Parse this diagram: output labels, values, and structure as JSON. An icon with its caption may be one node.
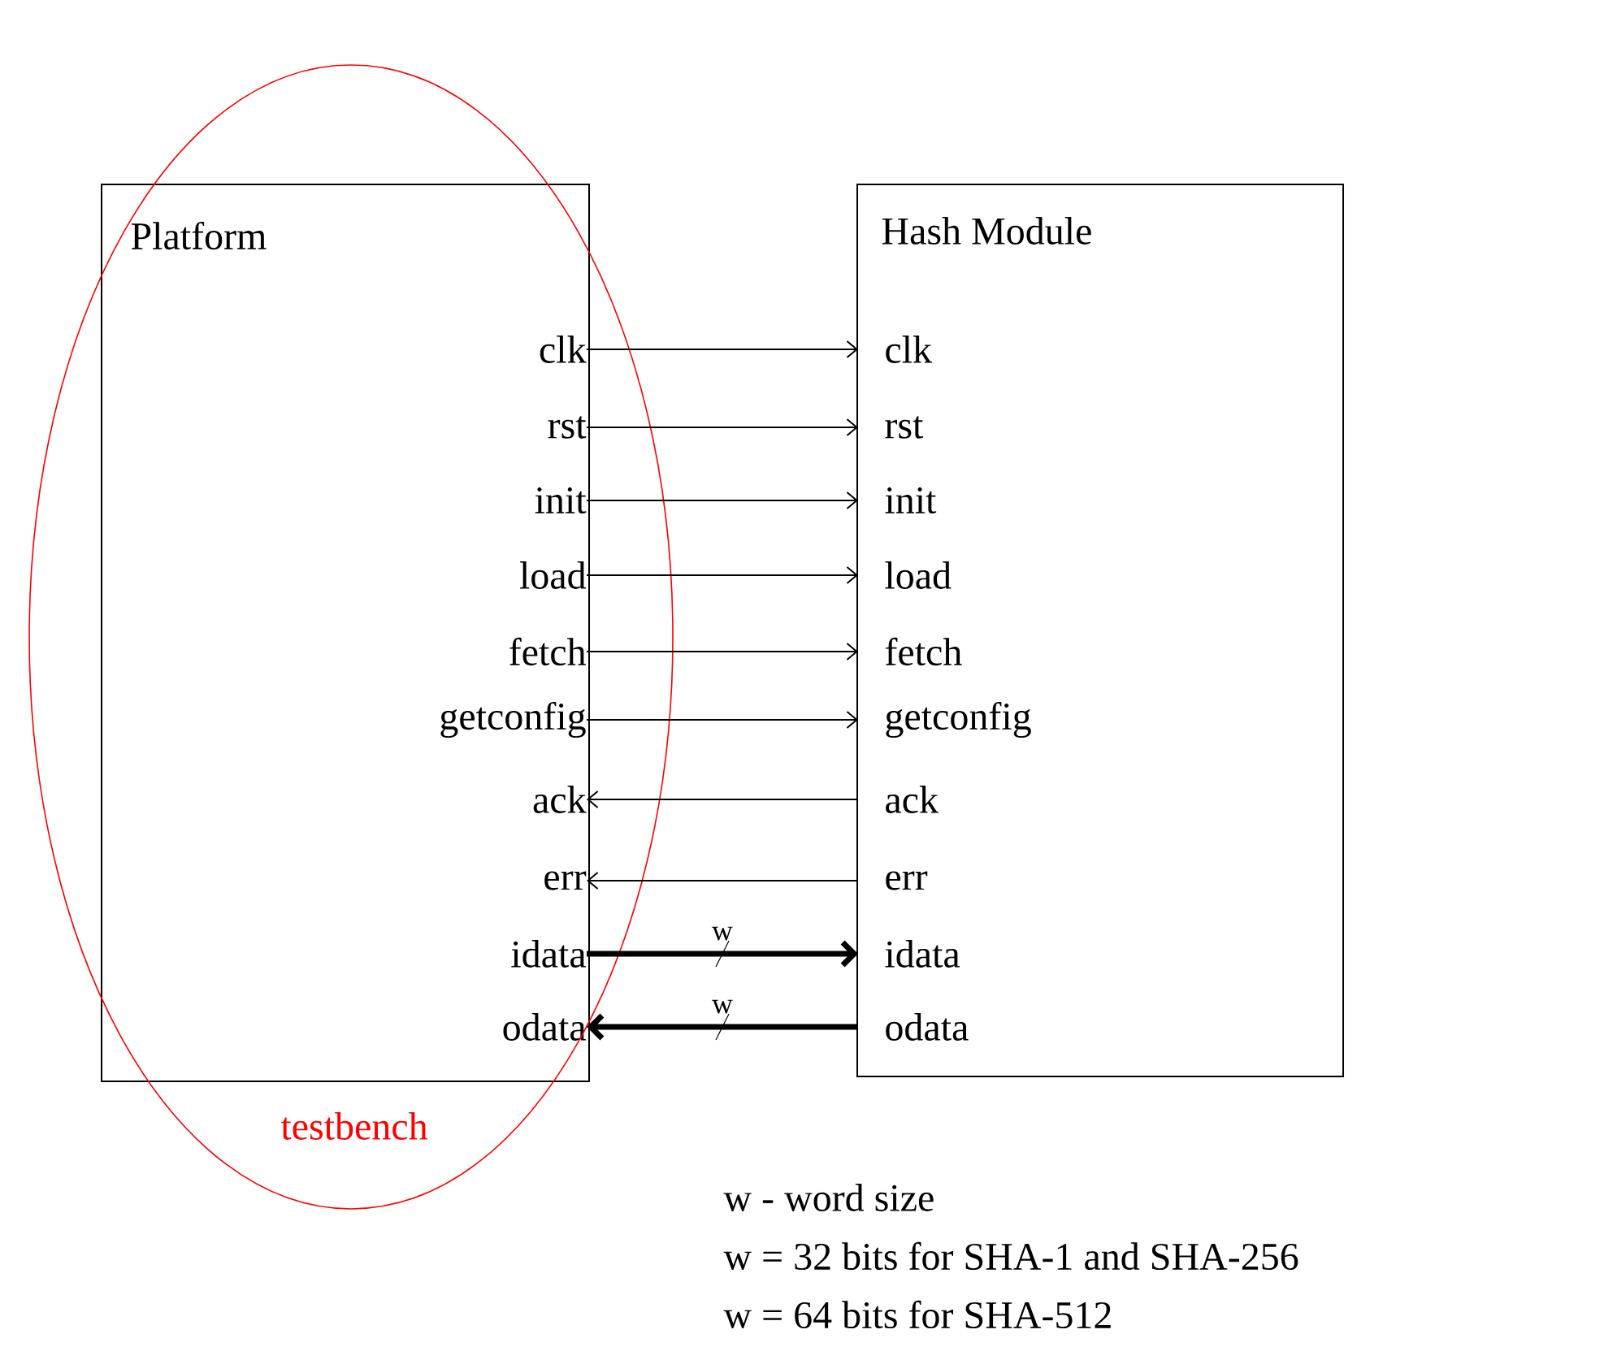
{
  "diagram": {
    "nodes": [
      {
        "text": [
          "Platform"
        ]
      },
      {
        "text": [
          "clk"
        ],
        "in": 0
      },
      {
        "text": [
          "rst"
        ],
        "in": 0
      },
      {
        "text": [
          "init"
        ],
        "in": 0
      },
      {
        "text": [
          "load"
        ],
        "in": 0
      },
      {
        "text": [
          "fetch"
        ],
        "in": 0
      },
      {
        "text": [
          "getconfig"
        ],
        "in": 0
      },
      {
        "text": [
          "ack"
        ],
        "in": 0
      },
      {
        "text": [
          "err"
        ],
        "in": 0
      },
      {
        "text": [
          "idata"
        ],
        "in": 0
      },
      {
        "text": [
          "odata"
        ],
        "in": 0
      },
      {
        "text": [
          "Hash Module"
        ]
      },
      {
        "text": [
          "clk"
        ],
        "in": 11
      },
      {
        "text": [
          "rst"
        ],
        "in": 11
      },
      {
        "text": [
          "init"
        ],
        "in": 11
      },
      {
        "text": [
          "load"
        ],
        "in": 11
      },
      {
        "text": [
          "fetch"
        ],
        "in": 11
      },
      {
        "text": [
          "getconfig"
        ],
        "in": 11
      },
      {
        "text": [
          "ack"
        ],
        "in": 11
      },
      {
        "text": [
          "err"
        ],
        "in": 11
      },
      {
        "text": [
          "idata"
        ],
        "in": 11
      },
      {
        "text": [
          "odata"
        ],
        "in": 11
      }
    ],
    "edges": [
      {
        "from": 1,
        "to": 12,
        "arrow": "to"
      },
      {
        "from": 2,
        "to": 13,
        "arrow": "to"
      },
      {
        "from": 3,
        "to": 14,
        "arrow": "to"
      },
      {
        "from": 4,
        "to": 15,
        "arrow": "to"
      },
      {
        "from": 5,
        "to": 16,
        "arrow": "to"
      },
      {
        "from": 6,
        "to": 17,
        "arrow": "to"
      },
      {
        "from": 18,
        "to": 7,
        "arrow": "to"
      },
      {
        "from": 19,
        "to": 8,
        "arrow": "to"
      },
      {
        "from": 9,
        "to": 20,
        "arrow": "to",
        "label": "w",
        "style": "thick"
      },
      {
        "from": 21,
        "to": 10,
        "arrow": "to",
        "label": "w",
        "style": "thick"
      }
    ],
    "labels": [
      "testbench",
      "w  - word size",
      "w  = 32 bits for SHA-1 and SHA-256",
      "w  = 64 bits for SHA-512"
    ]
  }
}
